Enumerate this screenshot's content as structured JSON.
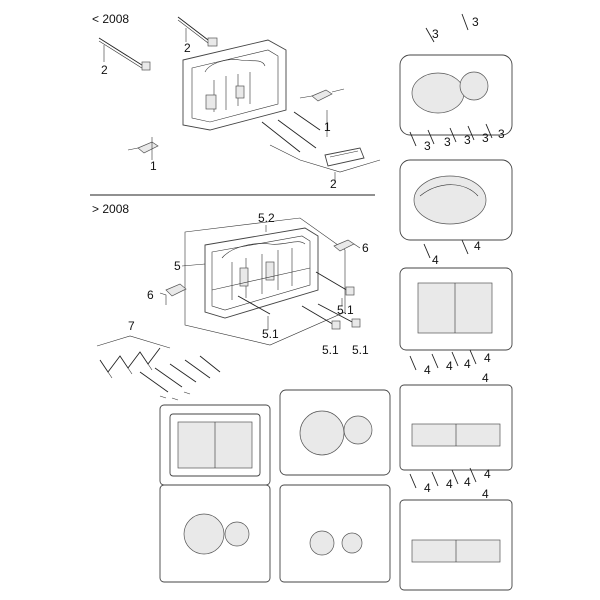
{
  "sections": {
    "before": "< 2008",
    "after": "> 2008"
  },
  "callouts": {
    "rod_a": "2",
    "rod_b": "2",
    "bracket_small": "1",
    "bolts": "1",
    "clip_set": "2",
    "frame": "5",
    "frame_top": "5.2",
    "bracket_right": "6",
    "bracket_left": "6",
    "rod_1": "5.1",
    "rod_2": "5.1",
    "rod_3": "5.1",
    "rod_4": "5.1",
    "kit": "7"
  },
  "screw_labels": {
    "plate1_a": "3",
    "plate1_b": "3",
    "plate2_row": [
      "3",
      "3",
      "3",
      "3",
      "3"
    ],
    "plate3_a": "4",
    "plate3_b": "4",
    "plate4_row": [
      "4",
      "4",
      "4",
      "4",
      "4"
    ],
    "plate5_row": [
      "4",
      "4",
      "4",
      "4",
      "4"
    ]
  }
}
